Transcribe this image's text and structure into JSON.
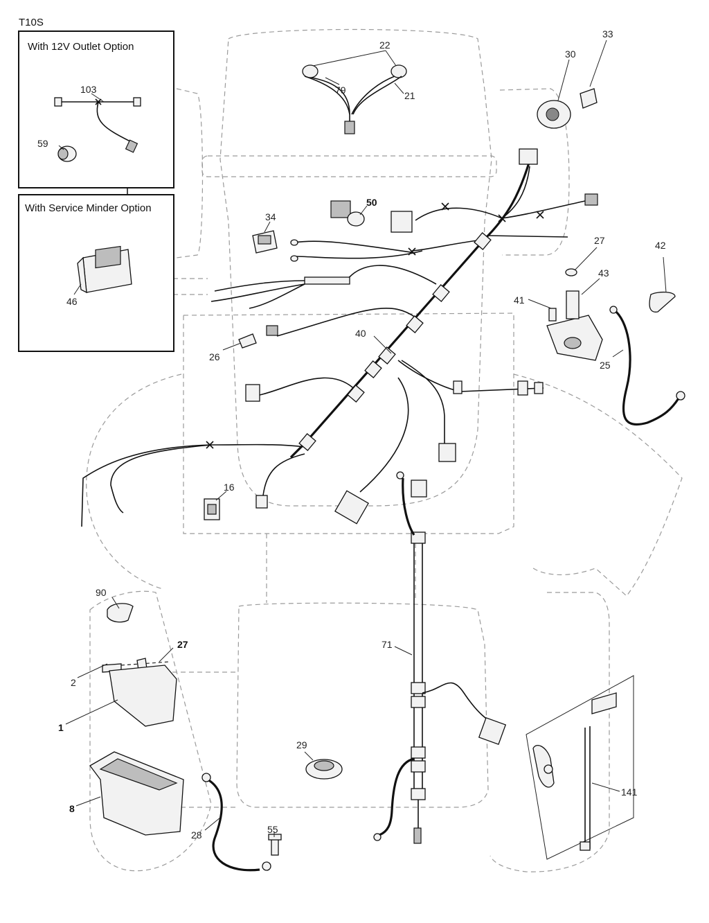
{
  "model_code": "T10S",
  "insets": {
    "outlet_option_title": "With 12V Outlet Option",
    "minder_option_title": "With Service Minder Option"
  },
  "part_labels": {
    "p103": "103",
    "p59": "59",
    "p46": "46",
    "p22": "22",
    "p79": "79",
    "p21": "21",
    "p33": "33",
    "p30": "30",
    "p34": "34",
    "p50": "50",
    "p27a": "27",
    "p42": "42",
    "p43": "43",
    "p41": "41",
    "p25": "25",
    "p26": "26",
    "p40": "40",
    "p16": "16",
    "p90": "90",
    "p27b": "27",
    "p2": "2",
    "p1": "1",
    "p71": "71",
    "p29": "29",
    "p8": "8",
    "p28": "28",
    "p55": "55",
    "p141": "141"
  }
}
